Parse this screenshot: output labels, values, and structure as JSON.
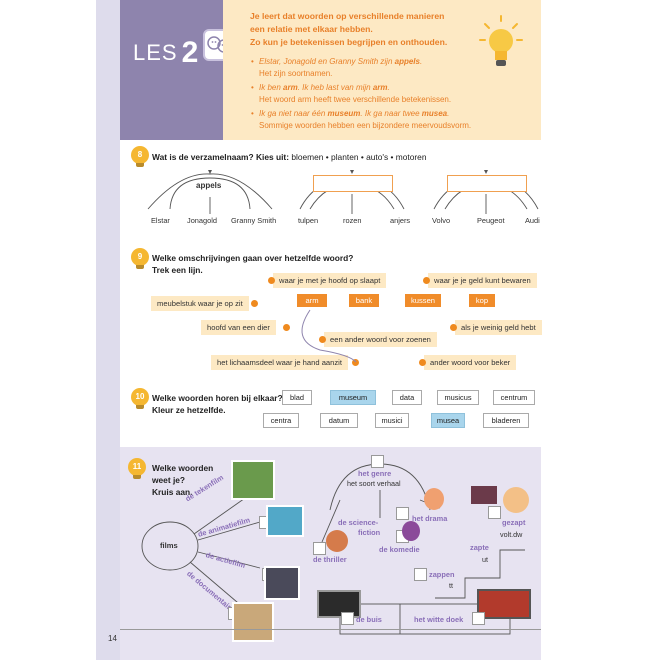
{
  "header": {
    "les_label": "LES",
    "les_number": "2",
    "intro_lines": [
      "Je leert dat woorden op verschillende manieren",
      "een relatie met elkaar hebben.",
      "Zo kun je betekenissen begrijpen en onthouden."
    ],
    "bullets": [
      {
        "l1a": "Elstar, Jonagold en Granny Smith zijn ",
        "l1b": "appels",
        "l1c": ".",
        "l2": "Het zijn soortnamen."
      },
      {
        "l1a": "Ik ben ",
        "l1b": "arm",
        "l1c": ". Ik heb last van mijn ",
        "l1d": "arm",
        "l1e": ".",
        "l2": "Het woord arm heeft twee verschillende betekenissen."
      },
      {
        "l1a": "Ik ga niet naar één ",
        "l1b": "museum",
        "l1c": ". Ik ga naar twee ",
        "l1d": "musea",
        "l1e": ".",
        "l2": "Sommige woorden hebben een bijzondere meervoudsvorm."
      }
    ]
  },
  "q8": {
    "number": "8",
    "question": "Wat is de verzamelnaam? Kies uit:",
    "choices": "bloemen • planten • auto's • motoren",
    "groups": [
      {
        "name": "appels",
        "items": [
          "Elstar",
          "Jonagold",
          "Granny Smith"
        ]
      },
      {
        "name": "",
        "items": [
          "tulpen",
          "rozen",
          "anjers"
        ]
      },
      {
        "name": "",
        "items": [
          "Volvo",
          "Peugeot",
          "Audi"
        ]
      }
    ]
  },
  "q9": {
    "number": "9",
    "question_1": "Welke omschrijvingen gaan over hetzelfde woord?",
    "question_2": "Trek een lijn.",
    "words": [
      "arm",
      "bank",
      "kussen",
      "kop"
    ],
    "definitions": [
      "waar je met je hoofd op slaapt",
      "waar je je geld kunt bewaren",
      "meubelstuk waar je op zit",
      "hoofd van een dier",
      "als je weinig geld hebt",
      "een ander woord voor zoenen",
      "het lichaamsdeel waar je hand aanzit",
      "ander woord voor beker"
    ]
  },
  "q10": {
    "number": "10",
    "question_1": "Welke woorden horen bij elkaar?",
    "question_2": "Kleur ze hetzelfde.",
    "row1": [
      "blad",
      "museum",
      "data",
      "musicus",
      "centrum"
    ],
    "row2": [
      "centra",
      "datum",
      "musici",
      "musea",
      "bladeren"
    ]
  },
  "q11": {
    "number": "11",
    "question_1": "Welke woorden",
    "question_2": "weet je?",
    "question_3": "Kruis aan.",
    "center": "films",
    "branches": [
      "de tekenfilm",
      "de animatiefilm",
      "de actiefilm",
      "de documentaire"
    ],
    "genre_1": "het genre",
    "genre_2": "het soort verhaal",
    "sf_1": "de science-",
    "sf_2": "fiction",
    "drama": "het drama",
    "thriller": "de thriller",
    "komedie": "de komedie",
    "gezapt_1": "gezapt",
    "gezapt_2": "volt.dw",
    "zapte_1": "zapte",
    "zapte_2": "ut",
    "zappen_1": "zappen",
    "zappen_2": "tt",
    "buis": "de buis",
    "witte_doek": "het witte doek"
  },
  "page_number": "14",
  "colors": {
    "accent": "#e8802a",
    "purple": "#8e84ad",
    "panel": "#e7e3f1",
    "cream": "#fde9c4",
    "blue": "#a9d5ec"
  }
}
